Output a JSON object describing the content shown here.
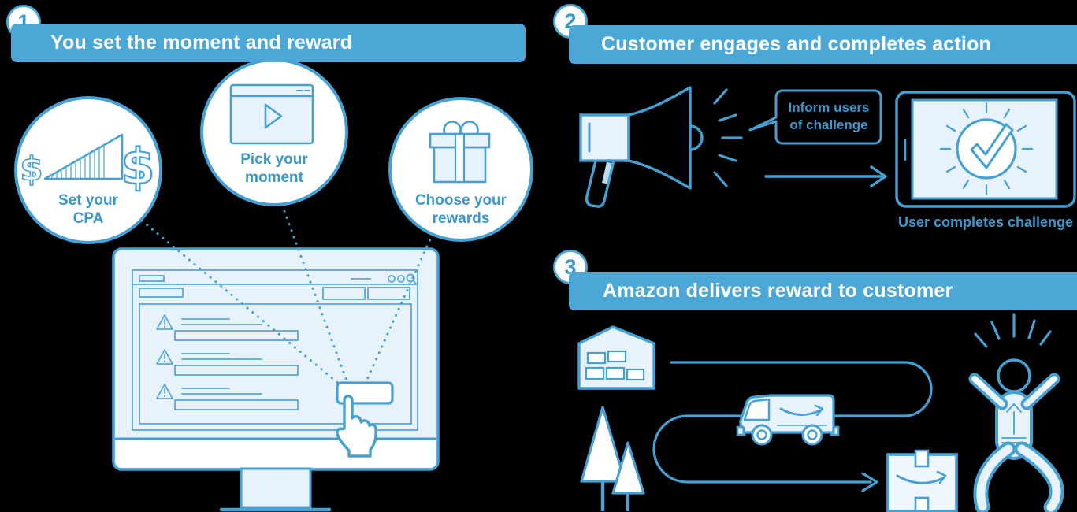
{
  "colors": {
    "accent_banner": "#4ba7d6",
    "stroke_blue": "#45a1d3",
    "light_fill": "#e7f2fa",
    "label_text": "#3b98cf",
    "banner_text": "#ffffff",
    "background": "#000000"
  },
  "step1": {
    "number": "1",
    "title": "You set the moment and reward",
    "circles": [
      {
        "icon": "cpa-growth-icon",
        "label": "Set your\nCPA"
      },
      {
        "icon": "video-player-icon",
        "label": "Pick your\nmoment"
      },
      {
        "icon": "gift-icon",
        "label": "Choose your\nrewards"
      }
    ]
  },
  "step2": {
    "number": "2",
    "title": "Customer engages and completes action",
    "speech_bubble": "Inform users\nof challenge",
    "caption": "User completes challenge"
  },
  "step3": {
    "number": "3",
    "title": "Amazon delivers reward to customer"
  },
  "icons": {
    "step1": [
      "cpa-growth-icon",
      "video-player-icon",
      "gift-icon",
      "monitor-dashboard-icon",
      "warning-icon",
      "hand-cursor-icon"
    ],
    "step2": [
      "megaphone-icon",
      "speech-bubble",
      "arrow-right-icon",
      "tablet-icon",
      "check-circle-icon"
    ],
    "step3": [
      "warehouse-icon",
      "tree-icon",
      "delivery-truck-icon",
      "amazon-smile-icon",
      "package-icon",
      "happy-customer-icon",
      "route-path"
    ]
  }
}
